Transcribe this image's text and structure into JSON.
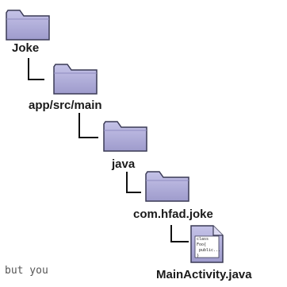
{
  "tree": [
    {
      "name": "Joke",
      "icon": "folder-icon"
    },
    {
      "name": "app/src/main",
      "icon": "folder-icon"
    },
    {
      "name": "java",
      "icon": "folder-icon"
    },
    {
      "name": "com.hfad.joke",
      "icon": "folder-icon"
    },
    {
      "name": "MainActivity.java",
      "icon": "file-icon"
    }
  ],
  "file_snippet": [
    "class Foo{",
    "public...",
    "}"
  ],
  "handwritten_note": "but you",
  "colors": {
    "folder_fill": "#b3b1dc",
    "folder_stroke": "#3a3a55",
    "connector": "#111111"
  }
}
